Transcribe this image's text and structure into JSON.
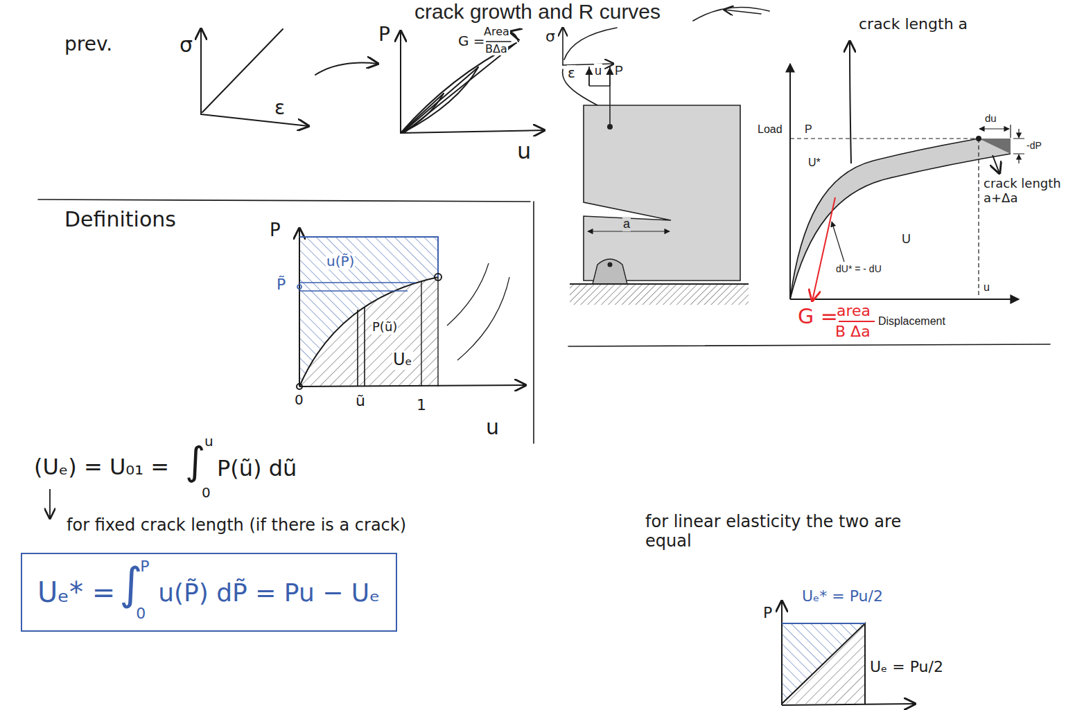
{
  "diagram": {
    "title": "crack growth and R curves",
    "nodes": [
      {
        "text": [
          "Uₑ* =",
          "∫",
          "P",
          "0",
          "u(P̃) dP̃ = Pu − Uₑ"
        ]
      }
    ],
    "labels": [
      "prev.",
      "σ",
      "ε",
      "P",
      "u",
      "G =",
      "Area",
      "BΔa",
      "σ",
      "ε",
      "crack length a",
      "u",
      "P",
      "a",
      "Load",
      "P",
      "U*",
      "U",
      "dU* = - dU",
      "du",
      "-dP",
      "u",
      "Displacement",
      "crack length a+Δa",
      "G =",
      "area",
      "B Δa",
      "Definitions",
      "P",
      "P̃",
      "u(P̃)",
      "P(ũ)",
      "Uₑ",
      "0",
      "ũ",
      "1",
      "u",
      "(Uₑ) = U₀₁ =",
      "∫",
      "u",
      "0",
      "P(ũ) dũ",
      "for fixed crack length (if there is a crack)",
      "for linear elasticity the two are equal",
      "P",
      "Uₑ* = Pu/2",
      "Uₑ = Pu/2"
    ]
  }
}
